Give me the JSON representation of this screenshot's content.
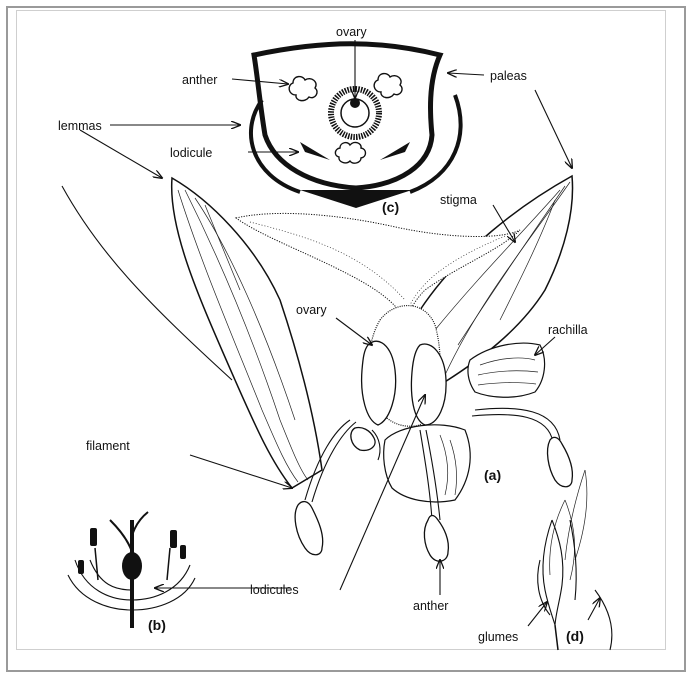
{
  "labels": {
    "ovary_top": "ovary",
    "anther_top": "anther",
    "paleas": "paleas",
    "lemmas": "lemmas",
    "lodicule": "lodicule",
    "part_c": "(c)",
    "stigma": "stigma",
    "ovary_mid": "ovary",
    "rachilla": "rachilla",
    "filament": "filament",
    "part_a": "(a)",
    "lodicules": "lodicules",
    "anther_bottom": "anther",
    "part_b": "(b)",
    "glumes": "glumes",
    "part_d": "(d)"
  },
  "colors": {
    "ink": "#111111",
    "frame": "#9a9a9a",
    "background": "#ffffff"
  }
}
